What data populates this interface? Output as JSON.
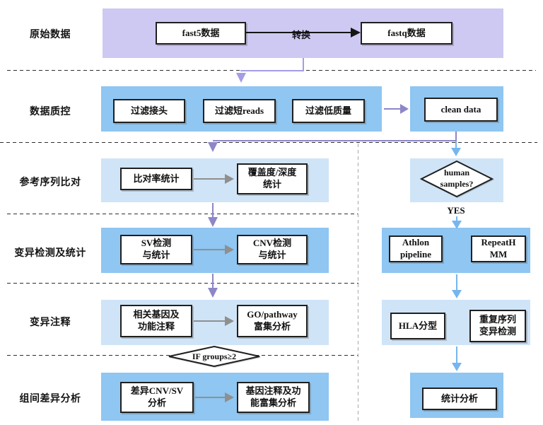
{
  "rows": {
    "row1_label": "原始数据",
    "row2_label": "数据质控",
    "row3_label": "参考序列比对",
    "row4_label": "变异检测及统计",
    "row5_label": "变异注释",
    "row6_label": "组间差异分析"
  },
  "row1": {
    "fast5": "fast5数据",
    "convert": "转换",
    "fastq": "fastq数据"
  },
  "row2": {
    "filter_adapter": "过滤接头",
    "filter_short": "过滤短reads",
    "filter_lowq": "过滤低质量",
    "clean": "clean data"
  },
  "row3": {
    "align_rate": "比对率统计",
    "coverage_l1": "覆盖度/深度",
    "coverage_l2": "统计"
  },
  "row4": {
    "sv_l1": "SV检测",
    "sv_l2": "与统计",
    "cnv_l1": "CNV检测",
    "cnv_l2": "与统计"
  },
  "row5": {
    "gene_l1": "相关基因及",
    "gene_l2": "功能注释",
    "go_l1": "GO/pathway",
    "go_l2": "富集分析"
  },
  "row6": {
    "diff_l1": "差异CNV/SV",
    "diff_l2": "分析",
    "enrich_l1": "基因注释及功",
    "enrich_l2": "能富集分析"
  },
  "right": {
    "human_l1": "human",
    "human_l2": "samples?",
    "yes": "YES",
    "athlon_l1": "Athlon",
    "athlon_l2": "pipeline",
    "repeathmm_l1": "RepeatH",
    "repeathmm_l2": "MM",
    "hla": "HLA分型",
    "repvar_l1": "重复序列",
    "repvar_l2": "变异检测",
    "stats": "统计分析"
  },
  "condition": {
    "if_groups": "IF groups≥2"
  },
  "colors": {
    "lavender_band": "#cdc9f3",
    "blue_band": "#8fc6f2",
    "light_blue_band": "#cfe4f7",
    "purple_arrow": "#8d87c7",
    "light_purple_arrow": "#a39de6",
    "blue_arrow": "#75b6ef",
    "gray_arrow": "#8f8f8f",
    "black_arrow": "#151515"
  }
}
